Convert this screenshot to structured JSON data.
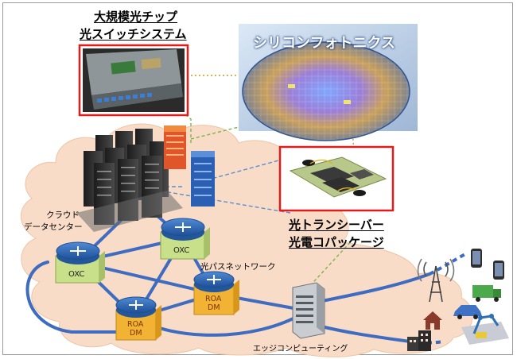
{
  "labels": {
    "chip_switch_line1": "大規模光チップ",
    "chip_switch_line2": "光スイッチシステム",
    "silicon_photonics": "シリコンフォトニクス",
    "transceiver_line1": "光トランシーバー",
    "transceiver_line2": "光電コパッケージ",
    "cloud_dc_line1": "クラウド",
    "cloud_dc_line2": "データセンター",
    "optical_path_network": "光パスネットワーク",
    "edge_computing": "エッジコンピューティング"
  },
  "nodes": {
    "oxc_left": "OXC",
    "oxc_right": "OXC",
    "roadm_left_line1": "ROA",
    "roadm_left_line2": "DM",
    "roadm_right_line1": "ROA",
    "roadm_right_line2": "DM"
  },
  "colors": {
    "cloud_fill": "#f8dcc8",
    "network_link": "#3d6cc0",
    "oxc_fill": "#c9e08a",
    "roadm_fill": "#f2b233",
    "router_disk": "#2f6fb5",
    "highlight_border": "#e31b1b",
    "silicon_text": "#ffffff"
  },
  "icons": [
    "router-icon",
    "server-rack-icon",
    "cell-tower-icon",
    "smartphone-icon",
    "truck-icon",
    "car-icon",
    "house-icon",
    "building-icon",
    "robot-arm-icon"
  ]
}
